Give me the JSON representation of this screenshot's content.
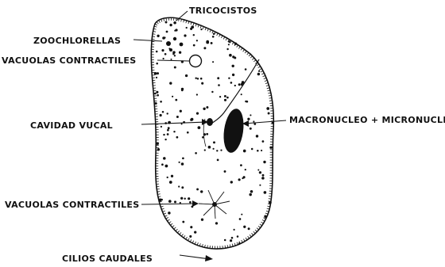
{
  "labels": {
    "tricocistos": "TRICOCISTOS",
    "zoochlorellas": "ZOOCHLORELLAS",
    "vacuolas_top": "VACUOLAS CONTRACTILES",
    "cavidad_vucal": "CAVIDAD VUCAL",
    "macronucleo": "MACRONUCLEO + MICRONUCLEO",
    "vacuolas_bottom": "VACUOLAS CONTRACTILES",
    "cilios_caudales": "CILIOS CAUDALES"
  },
  "colors": {
    "ink": "#111111",
    "background": "#ffffff"
  }
}
